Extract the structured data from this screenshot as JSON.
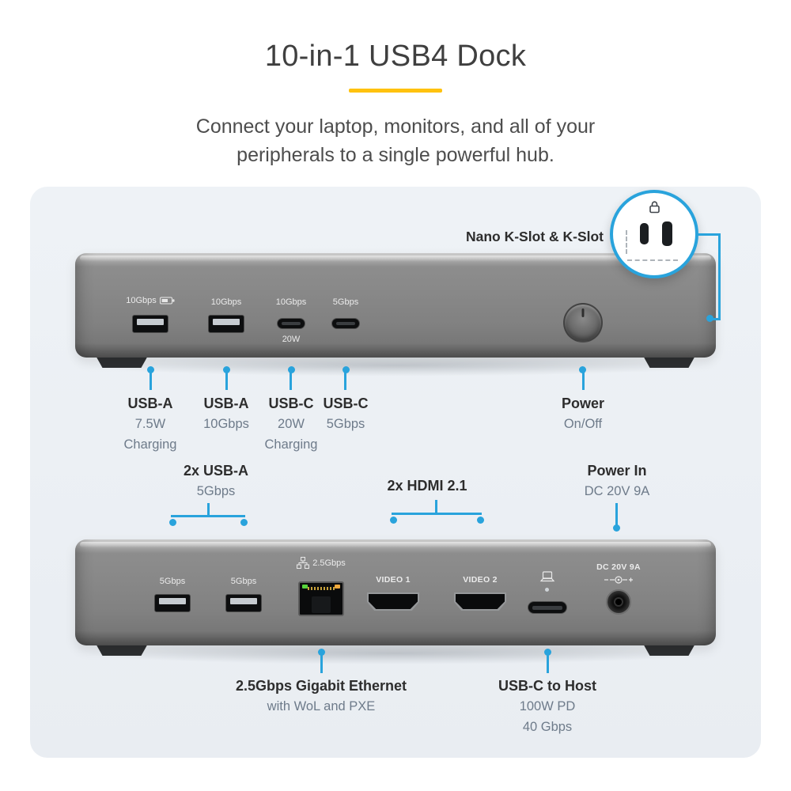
{
  "colors": {
    "accent_blue": "#29a3dc",
    "accent_yellow": "#ffc20e",
    "panel_bg": "#edf1f5"
  },
  "header": {
    "title": "10-in-1 USB4 Dock",
    "subtitle_line1": "Connect your laptop, monitors, and all of your",
    "subtitle_line2": "peripherals to a single powerful hub."
  },
  "front": {
    "kslot_label": "Nano K-Slot & K-Slot",
    "port_labels": {
      "usba1": "10Gbps",
      "usba2": "10Gbps",
      "usbc1": "10Gbps",
      "usbc1_power": "20W",
      "usbc2": "5Gbps"
    },
    "callouts": [
      {
        "title": "USB-A",
        "sub1": "7.5W",
        "sub2": "Charging"
      },
      {
        "title": "USB-A",
        "sub1": "10Gbps"
      },
      {
        "title": "USB-C",
        "sub1": "20W",
        "sub2": "Charging"
      },
      {
        "title": "USB-C",
        "sub1": "5Gbps"
      },
      {
        "title": "Power",
        "sub1": "On/Off"
      }
    ]
  },
  "mid_callouts": [
    {
      "title": "2x USB-A",
      "sub1": "5Gbps"
    },
    {
      "title": "2x HDMI 2.1"
    },
    {
      "title": "Power In",
      "sub1": "DC 20V 9A"
    }
  ],
  "back": {
    "port_labels": {
      "usba1": "5Gbps",
      "usba2": "5Gbps",
      "ethernet": "2.5Gbps",
      "video1": "VIDEO 1",
      "video2": "VIDEO 2",
      "dc": "DC 20V 9A"
    },
    "callouts": [
      {
        "title": "2.5Gbps Gigabit Ethernet",
        "sub1": "with WoL and PXE"
      },
      {
        "title": "USB-C to Host",
        "sub1": "100W PD",
        "sub2": "40 Gbps"
      }
    ]
  }
}
